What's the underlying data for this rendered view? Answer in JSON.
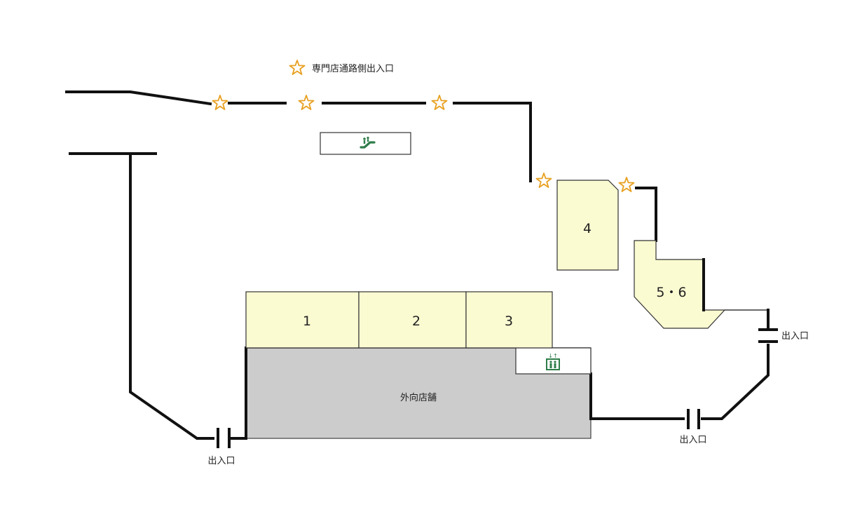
{
  "legend": {
    "label": "専門店通路側出入口",
    "icon": "star-icon"
  },
  "stores": [
    {
      "id": "1",
      "label": "1"
    },
    {
      "id": "2",
      "label": "2"
    },
    {
      "id": "3",
      "label": "3"
    },
    {
      "id": "4",
      "label": "4"
    },
    {
      "id": "5-6",
      "label": "5・6"
    }
  ],
  "outer_stores": {
    "label": "外向店舗"
  },
  "entrances": [
    {
      "label": "出入口"
    },
    {
      "label": "出入口"
    },
    {
      "label": "出入口"
    }
  ],
  "icons": {
    "escalator": "escalator-icon",
    "elevator": "elevator-icon"
  },
  "colors": {
    "store_fill": "#fbfbd2",
    "outer_fill": "#cccccc",
    "star": "#e8a020",
    "icon_green": "#2f7d4a"
  }
}
